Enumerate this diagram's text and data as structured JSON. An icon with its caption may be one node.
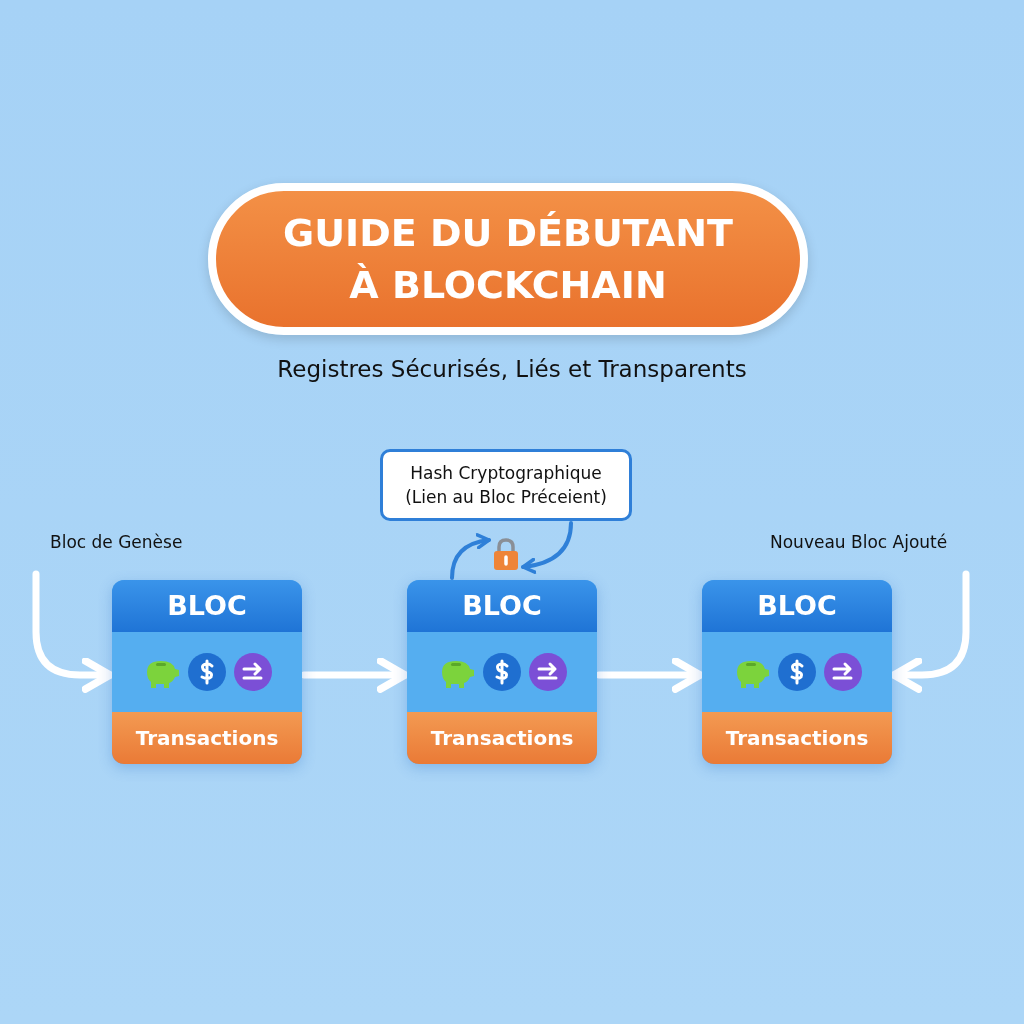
{
  "diagram": {
    "title": "GUIDE DU DÉBUTANT À BLOCKCHAIN",
    "nodes": [
      {
        "text": [
          "Hash Cryptographique (Lien au Bloc Préceient)"
        ]
      },
      {
        "text": [
          "Bloc de Genèse"
        ]
      },
      {
        "text": [
          "Nouveau Bloc Ajouté"
        ]
      },
      {
        "text": [],
        "shape": "picture"
      },
      {
        "text": [
          "BLOC",
          "Transactions"
        ]
      },
      {
        "text": [
          "BLOC",
          "Transactions"
        ]
      },
      {
        "text": [
          "BLOC",
          "Transactions"
        ]
      }
    ],
    "edges": [
      {
        "from": 1,
        "to": 4,
        "arrow": "to"
      },
      {
        "from": 4,
        "to": 5,
        "arrow": "to"
      },
      {
        "from": 5,
        "to": 6,
        "arrow": "to"
      },
      {
        "from": 2,
        "to": 6,
        "arrow": "to"
      },
      {
        "from": 5,
        "to": 3,
        "arrow": "to",
        "color": "#2f80d8"
      },
      {
        "from": 0,
        "to": 3,
        "arrow": "to",
        "color": "#2f80d8"
      }
    ],
    "labels": [
      "Registres Sécurisés, Liés et Transparents"
    ]
  }
}
